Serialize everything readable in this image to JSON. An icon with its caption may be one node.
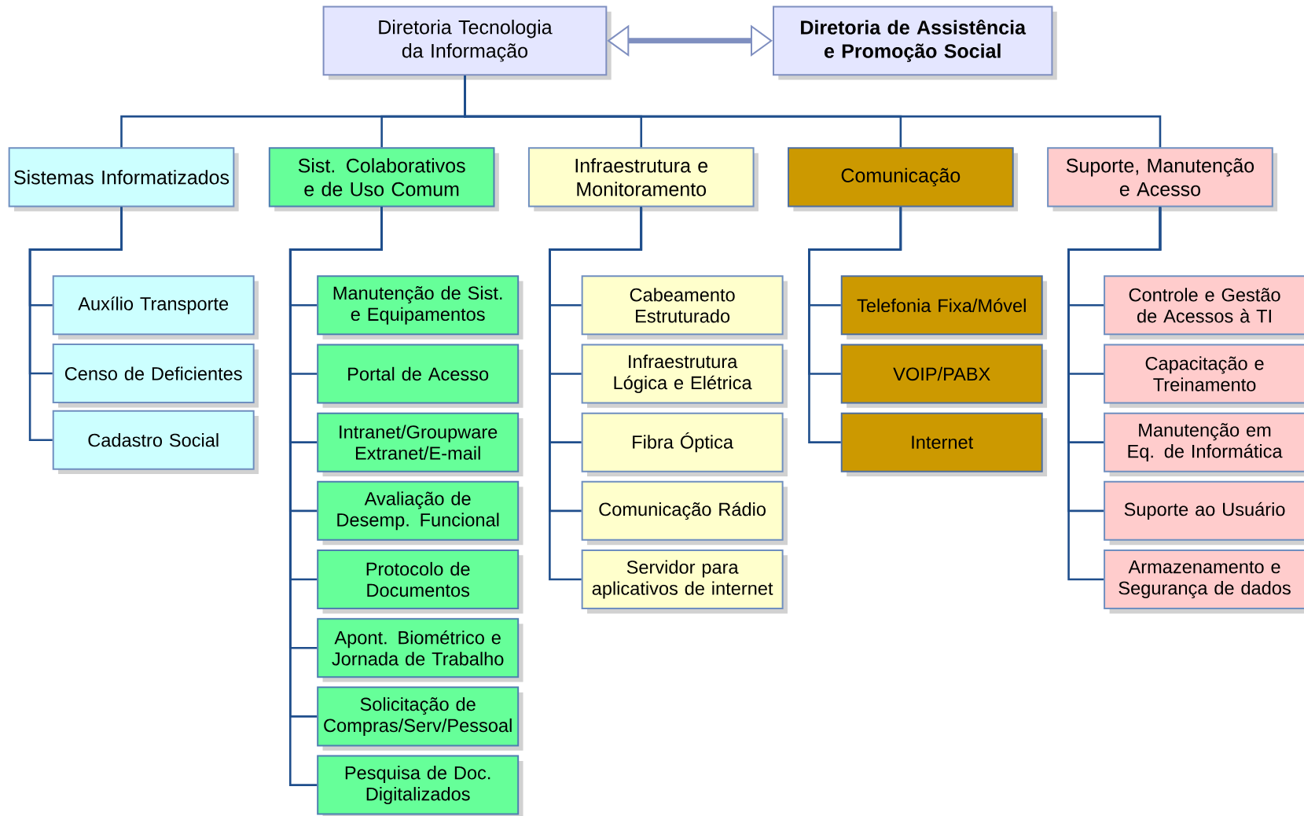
{
  "diagram": {
    "nodes": [
      {
        "text": [
          "Diretoria Tecnologia da Informação"
        ]
      },
      {
        "text": [
          "Diretoria de Assistência e Promoção Social"
        ]
      },
      {
        "text": [
          "Sistemas Informatizados"
        ]
      },
      {
        "text": [
          "Sist. Colaborativos e de Uso Comum"
        ]
      },
      {
        "text": [
          "Infraestrutura e Monitoramento"
        ]
      },
      {
        "text": [
          "Comunicação"
        ]
      },
      {
        "text": [
          "Suporte, Manutenção e Acesso"
        ]
      },
      {
        "text": [
          "Auxílio Transporte"
        ]
      },
      {
        "text": [
          "Censo de Deficientes"
        ]
      },
      {
        "text": [
          "Cadastro Social"
        ]
      },
      {
        "text": [
          "Manutenção de Sist. e Equipamentos"
        ]
      },
      {
        "text": [
          "Portal de Acesso"
        ]
      },
      {
        "text": [
          "Intranet/Groupware Extranet/E-mail"
        ]
      },
      {
        "text": [
          "Avaliação de Desemp. Funcional"
        ]
      },
      {
        "text": [
          "Protocolo de Documentos"
        ]
      },
      {
        "text": [
          "Apont. Biométrico e Jornada de Trabalho"
        ]
      },
      {
        "text": [
          "Solicitação de Compras/Serv/Pessoal"
        ]
      },
      {
        "text": [
          "Pesquisa de Doc. Digitalizados"
        ]
      },
      {
        "text": [
          "Cabeamento Estruturado"
        ]
      },
      {
        "text": [
          "Infraestrutura Lógica e Elétrica"
        ]
      },
      {
        "text": [
          "Fibra Óptica"
        ]
      },
      {
        "text": [
          "Comunicação Rádio"
        ]
      },
      {
        "text": [
          "Servidor para aplicativos de internet"
        ]
      },
      {
        "text": [
          "Telefonia Fixa/Móvel"
        ]
      },
      {
        "text": [
          "VOIP/PABX"
        ]
      },
      {
        "text": [
          "Internet"
        ]
      },
      {
        "text": [
          "Controle e Gestão de Acessos à TI"
        ]
      },
      {
        "text": [
          "Capacitação e Treinamento"
        ]
      },
      {
        "text": [
          "Manutenção em Eq. de Informática"
        ]
      },
      {
        "text": [
          "Suporte ao Usuário"
        ]
      },
      {
        "text": [
          "Armazenamento e Segurança de dados"
        ]
      }
    ],
    "edges": [
      {
        "from": 0,
        "to": 1,
        "arrow": "both",
        "style": "thick",
        "color": "#7f8fc0"
      },
      {
        "from": 0,
        "to": 2,
        "arrow": "none"
      },
      {
        "from": 0,
        "to": 3,
        "arrow": "none"
      },
      {
        "from": 0,
        "to": 4,
        "arrow": "none"
      },
      {
        "from": 0,
        "to": 5,
        "arrow": "none"
      },
      {
        "from": 0,
        "to": 6,
        "arrow": "none"
      },
      {
        "from": 2,
        "to": 7,
        "arrow": "none"
      },
      {
        "from": 2,
        "to": 8,
        "arrow": "none"
      },
      {
        "from": 2,
        "to": 9,
        "arrow": "none"
      },
      {
        "from": 3,
        "to": 10,
        "arrow": "none"
      },
      {
        "from": 3,
        "to": 11,
        "arrow": "none"
      },
      {
        "from": 3,
        "to": 12,
        "arrow": "none"
      },
      {
        "from": 3,
        "to": 13,
        "arrow": "none"
      },
      {
        "from": 3,
        "to": 14,
        "arrow": "none"
      },
      {
        "from": 3,
        "to": 15,
        "arrow": "none"
      },
      {
        "from": 3,
        "to": 16,
        "arrow": "none"
      },
      {
        "from": 3,
        "to": 17,
        "arrow": "none"
      },
      {
        "from": 4,
        "to": 18,
        "arrow": "none"
      },
      {
        "from": 4,
        "to": 19,
        "arrow": "none"
      },
      {
        "from": 4,
        "to": 20,
        "arrow": "none"
      },
      {
        "from": 4,
        "to": 21,
        "arrow": "none"
      },
      {
        "from": 4,
        "to": 22,
        "arrow": "none"
      },
      {
        "from": 5,
        "to": 23,
        "arrow": "none"
      },
      {
        "from": 5,
        "to": 24,
        "arrow": "none"
      },
      {
        "from": 5,
        "to": 25,
        "arrow": "none"
      },
      {
        "from": 6,
        "to": 26,
        "arrow": "none"
      },
      {
        "from": 6,
        "to": 27,
        "arrow": "none"
      },
      {
        "from": 6,
        "to": 28,
        "arrow": "none"
      },
      {
        "from": 6,
        "to": 29,
        "arrow": "none"
      },
      {
        "from": 6,
        "to": 30,
        "arrow": "none"
      }
    ]
  }
}
